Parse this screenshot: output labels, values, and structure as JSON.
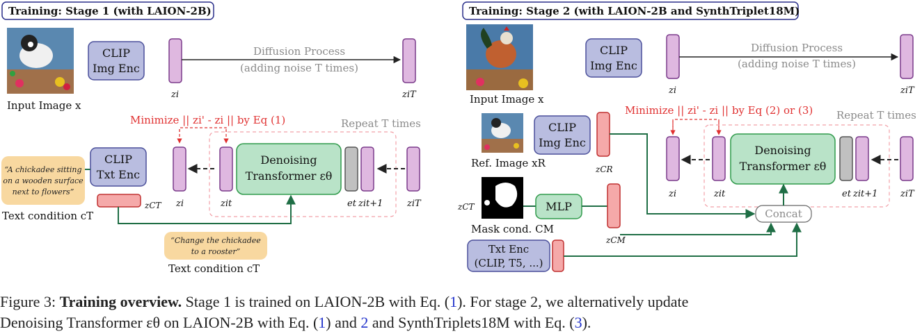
{
  "stage1": {
    "title": "Training: Stage 1 (with LAION-2B)",
    "clip_img_enc": [
      "CLIP",
      "Img Enc"
    ],
    "diffusion": [
      "Diffusion Process",
      "(adding noise T times)"
    ],
    "input_image_label": "Input Image x",
    "minimize": "Minimize || zi' - zi || by Eq (1)",
    "repeat": "Repeat T times",
    "clip_txt_enc": [
      "CLIP",
      "Txt Enc"
    ],
    "denoise": [
      "Denoising",
      "Transformer εθ"
    ],
    "text_condition_label": "Text condition cT",
    "caption_quote": [
      "“A chickadee sitting",
      "on a wooden surface",
      "next to flowers”"
    ],
    "edit_quote": [
      "“Change the chickadee",
      "to a rooster”"
    ],
    "sym": {
      "zi": "zi",
      "ziT": "ziT",
      "zit": "zit",
      "zit1": "zit+1",
      "et": "et",
      "zct": "zCT"
    }
  },
  "stage2": {
    "title": "Training: Stage 2 (with LAION-2B and SynthTriplet18M)",
    "clip_img_enc": [
      "CLIP",
      "Img Enc"
    ],
    "diffusion": [
      "Diffusion Process",
      "(adding noise T times)"
    ],
    "input_image_label": "Input Image x",
    "minimize": "Minimize || zi' - zi || by Eq (2) or (3)",
    "repeat": "Repeat T times",
    "clip_img_enc2": [
      "CLIP",
      "Img Enc"
    ],
    "ref_label": "Ref. Image xR",
    "denoise": [
      "Denoising",
      "Transformer εθ"
    ],
    "mlp": "MLP",
    "mask_label": "Mask cond. CM",
    "concat": "Concat",
    "txt_enc": [
      "Txt Enc",
      "(CLIP, T5, ...)"
    ],
    "sym": {
      "zi": "zi",
      "ziT": "ziT",
      "zit": "zit",
      "zit1": "zit+1",
      "et": "et",
      "zct": "zCT",
      "zcr": "zCR",
      "zcm": "zCM"
    }
  },
  "caption": {
    "prefix": "Figure 3: ",
    "bold": "Training overview.",
    "line1_rest": " Stage 1 is trained on LAION-2B with Eq. (",
    "ref1": "1",
    "line1_tail": "). For stage 2, we alternatively update",
    "line2_start": "Denoising Transformer εθ on LAION-2B with Eq. (",
    "ref2": "1",
    "line2_mid": ") and ",
    "ref3": "2",
    "line2_mid2": " and SynthTriplets18M with Eq. (",
    "ref4": "3",
    "line2_end": ")."
  },
  "colors": {
    "clip_fill": "#b9bde0",
    "clip_stroke": "#4a4f9a",
    "latent_fill": "#dfb8e0",
    "latent_stroke": "#7a3a8a",
    "denoise_fill": "#b9e3c8",
    "denoise_stroke": "#2f9a4a",
    "cond_fill": "#f5a9a9",
    "cond_stroke": "#c03030",
    "quote_fill": "#f8d8a0",
    "green_line": "#1f6e45"
  }
}
